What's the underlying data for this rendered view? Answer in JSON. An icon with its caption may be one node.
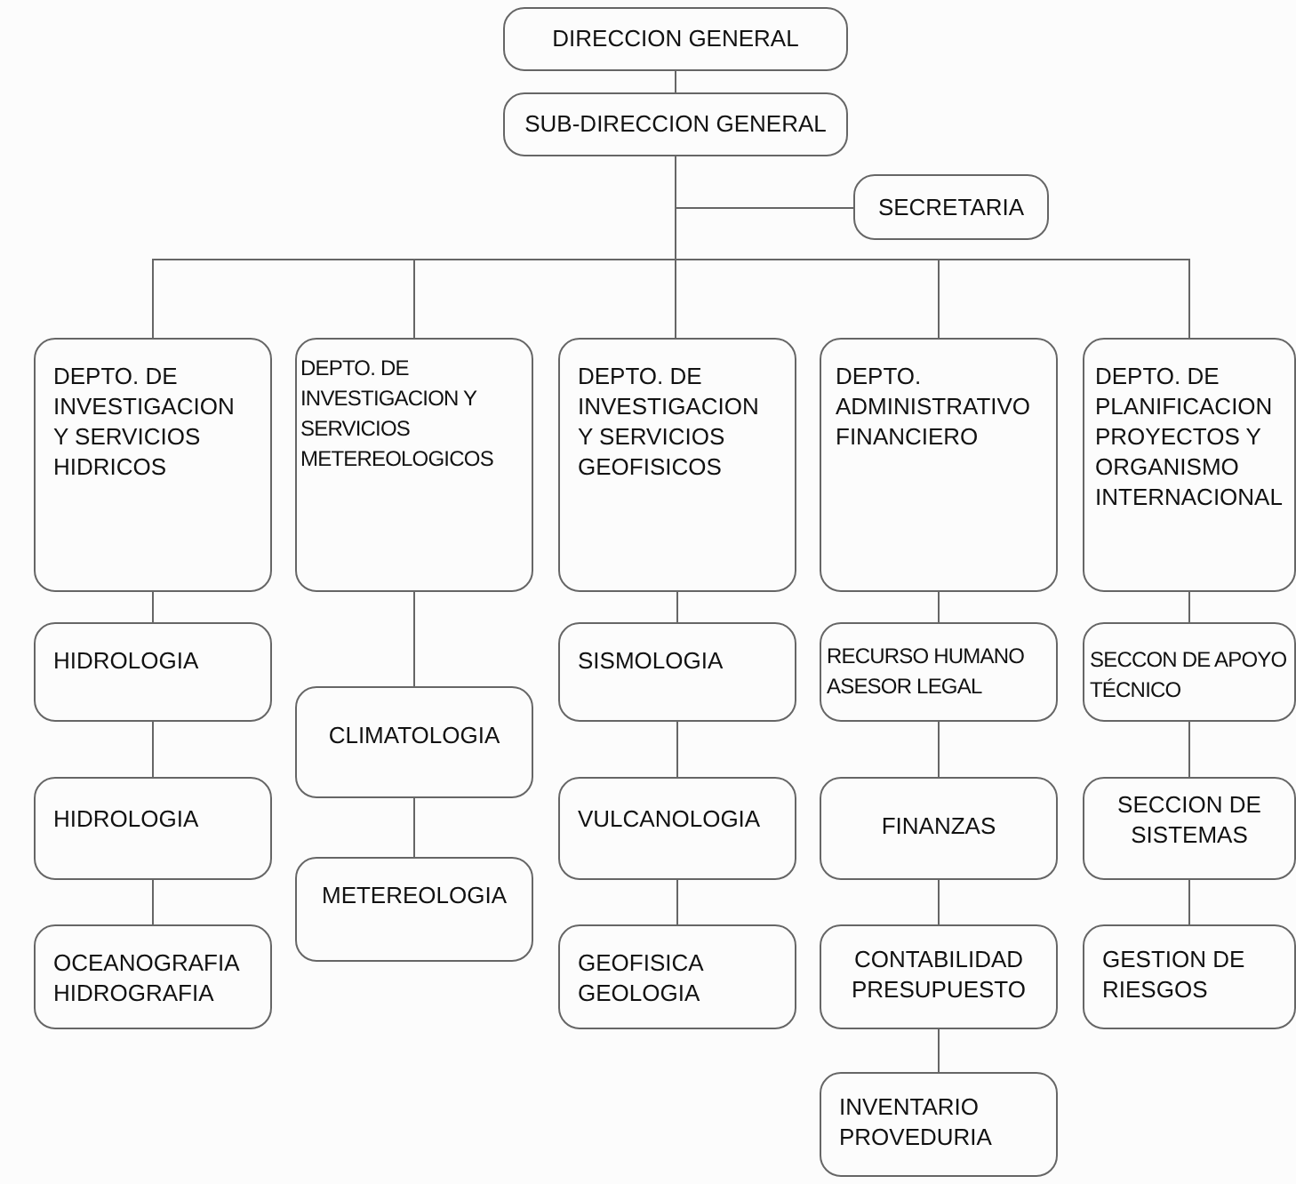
{
  "diagram": {
    "nodes": [
      {
        "text": [
          "DIRECCION GENERAL"
        ]
      },
      {
        "text": [
          "SUB-DIRECCION GENERAL"
        ]
      },
      {
        "text": [
          "SECRETARIA"
        ]
      },
      {
        "text": [
          "DEPTO. DE INVESTIGACION Y SERVICIOS HIDRICOS"
        ]
      },
      {
        "text": [
          "DEPTO. DE INVESTIGACION Y SERVICIOS METEREOLOGICOS"
        ]
      },
      {
        "text": [
          "DEPTO. DE INVESTIGACION Y SERVICIOS GEOFISICOS"
        ]
      },
      {
        "text": [
          "DEPTO. ADMINISTRATIVO FINANCIERO"
        ]
      },
      {
        "text": [
          "DEPTO. DE PLANIFICACION PROYECTOS Y ORGANISMO INTERNACIONAL"
        ]
      },
      {
        "text": [
          "HIDROLOGIA"
        ]
      },
      {
        "text": [
          "HIDROLOGIA"
        ]
      },
      {
        "text": [
          "OCEANOGRAFIA HIDROGRAFIA"
        ]
      },
      {
        "text": [
          "CLIMATOLOGIA"
        ]
      },
      {
        "text": [
          "METEREOLOGIA"
        ]
      },
      {
        "text": [
          "SISMOLOGIA"
        ]
      },
      {
        "text": [
          "VULCANOLOGIA"
        ]
      },
      {
        "text": [
          "GEOFISICA GEOLOGIA"
        ]
      },
      {
        "text": [
          "RECURSO HUMANO ASESOR LEGAL"
        ]
      },
      {
        "text": [
          "FINANZAS"
        ]
      },
      {
        "text": [
          "CONTABILIDAD PRESUPUESTO"
        ]
      },
      {
        "text": [
          "INVENTARIO PROVEDURIA"
        ]
      },
      {
        "text": [
          "SECCON DE APOYO TÉCNICO"
        ]
      },
      {
        "text": [
          "SECCION DE SISTEMAS"
        ]
      },
      {
        "text": [
          "GESTION DE RIESGOS"
        ]
      }
    ],
    "edges": [
      {
        "from": 0,
        "to": 1,
        "arrow": "none"
      },
      {
        "from": 1,
        "to": 2,
        "arrow": "none"
      },
      {
        "from": 1,
        "to": 3,
        "arrow": "none"
      },
      {
        "from": 1,
        "to": 4,
        "arrow": "none"
      },
      {
        "from": 1,
        "to": 5,
        "arrow": "none"
      },
      {
        "from": 1,
        "to": 6,
        "arrow": "none"
      },
      {
        "from": 1,
        "to": 7,
        "arrow": "none"
      },
      {
        "from": 3,
        "to": 8,
        "arrow": "none"
      },
      {
        "from": 8,
        "to": 9,
        "arrow": "none"
      },
      {
        "from": 9,
        "to": 10,
        "arrow": "none"
      },
      {
        "from": 4,
        "to": 11,
        "arrow": "none"
      },
      {
        "from": 11,
        "to": 12,
        "arrow": "none"
      },
      {
        "from": 5,
        "to": 13,
        "arrow": "none"
      },
      {
        "from": 13,
        "to": 14,
        "arrow": "none"
      },
      {
        "from": 14,
        "to": 15,
        "arrow": "none"
      },
      {
        "from": 6,
        "to": 16,
        "arrow": "none"
      },
      {
        "from": 16,
        "to": 17,
        "arrow": "none"
      },
      {
        "from": 17,
        "to": 18,
        "arrow": "none"
      },
      {
        "from": 18,
        "to": 19,
        "arrow": "none"
      },
      {
        "from": 7,
        "to": 20,
        "arrow": "none"
      },
      {
        "from": 20,
        "to": 21,
        "arrow": "none"
      },
      {
        "from": 21,
        "to": 22,
        "arrow": "none"
      }
    ]
  }
}
